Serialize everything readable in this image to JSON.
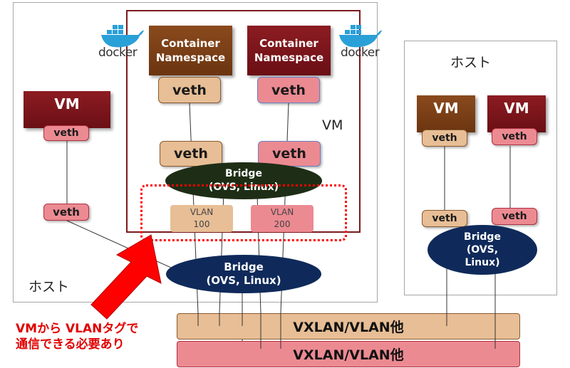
{
  "left_host": {
    "label": "ホスト"
  },
  "right_host": {
    "label": "ホスト"
  },
  "inner_vm": {
    "label": "VM"
  },
  "docker": {
    "left_label": "docker",
    "right_label": "docker"
  },
  "containers": [
    {
      "line1": "Container",
      "line2": "Namespace",
      "veth": "veth"
    },
    {
      "line1": "Container",
      "line2": "Namespace",
      "veth": "veth"
    }
  ],
  "vm_bridge_veths": [
    "veth",
    "veth"
  ],
  "inner_bridge": {
    "line1": "Bridge",
    "line2": "(OVS, Linux)"
  },
  "vlans": [
    {
      "line1": "VLAN",
      "line2": "100"
    },
    {
      "line1": "VLAN",
      "line2": "200"
    }
  ],
  "left_vm": {
    "label": "VM",
    "veth": "veth",
    "host_veth": "veth"
  },
  "left_bridge": {
    "line1": "Bridge",
    "line2": "(OVS, Linux)"
  },
  "right_vms": [
    {
      "label": "VM",
      "veth": "veth",
      "host_veth": "veth"
    },
    {
      "label": "VM",
      "veth": "veth",
      "host_veth": "veth"
    }
  ],
  "right_bridge": {
    "line1": "Bridge",
    "line2": "(OVS,",
    "line3": "Linux)"
  },
  "bars": [
    {
      "label": "VXLAN/VLAN他",
      "color": "#e7be95"
    },
    {
      "label": "VXLAN/VLAN他",
      "color": "#ec8a92"
    }
  ],
  "annotation": {
    "line1": "VMから VLANタグで",
    "line2": "通信できる必要あり",
    "color": "#ff0000"
  }
}
